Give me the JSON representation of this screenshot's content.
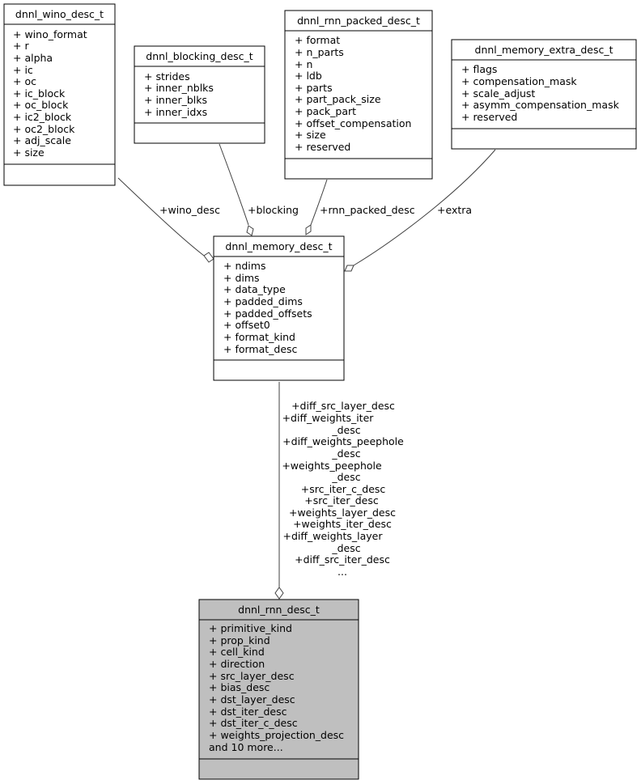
{
  "classes": {
    "wino": {
      "name": "dnnl_wino_desc_t",
      "members": [
        "+ wino_format",
        "+ r",
        "+ alpha",
        "+ ic",
        "+ oc",
        "+ ic_block",
        "+ oc_block",
        "+ ic2_block",
        "+ oc2_block",
        "+ adj_scale",
        "+ size"
      ]
    },
    "blocking": {
      "name": "dnnl_blocking_desc_t",
      "members": [
        "+ strides",
        "+ inner_nblks",
        "+ inner_blks",
        "+ inner_idxs"
      ]
    },
    "rnn_packed": {
      "name": "dnnl_rnn_packed_desc_t",
      "members": [
        "+ format",
        "+ n_parts",
        "+ n",
        "+ ldb",
        "+ parts",
        "+ part_pack_size",
        "+ pack_part",
        "+ offset_compensation",
        "+ size",
        "+ reserved"
      ]
    },
    "extra": {
      "name": "dnnl_memory_extra_desc_t",
      "members": [
        "+ flags",
        "+ compensation_mask",
        "+ scale_adjust",
        "+ asymm_compensation_mask",
        "+ reserved"
      ]
    },
    "memory": {
      "name": "dnnl_memory_desc_t",
      "members": [
        "+ ndims",
        "+ dims",
        "+ data_type",
        "+ padded_dims",
        "+ padded_offsets",
        "+ offset0",
        "+ format_kind",
        "+ format_desc"
      ]
    },
    "rnn": {
      "name": "dnnl_rnn_desc_t",
      "members": [
        "+ primitive_kind",
        "+ prop_kind",
        "+ cell_kind",
        "+ direction",
        "+ src_layer_desc",
        "+ bias_desc",
        "+ dst_layer_desc",
        "+ dst_iter_desc",
        "+ dst_iter_c_desc",
        "+ weights_projection_desc",
        "and 10 more..."
      ]
    }
  },
  "edges": {
    "wino_label": "+wino_desc",
    "blocking_label": "+blocking",
    "rnn_packed_label": "+rnn_packed_desc",
    "extra_label": "+extra",
    "memory_rnn_labels": [
      "+diff_src_layer_desc",
      "+diff_weights_iter",
      "_desc",
      "+diff_weights_peephole",
      "_desc",
      "+weights_peephole",
      "_desc",
      "+src_iter_c_desc",
      "+src_iter_desc",
      "+weights_layer_desc",
      "+weights_iter_desc",
      "+diff_weights_layer",
      "_desc",
      "+diff_src_iter_desc",
      "..."
    ]
  }
}
